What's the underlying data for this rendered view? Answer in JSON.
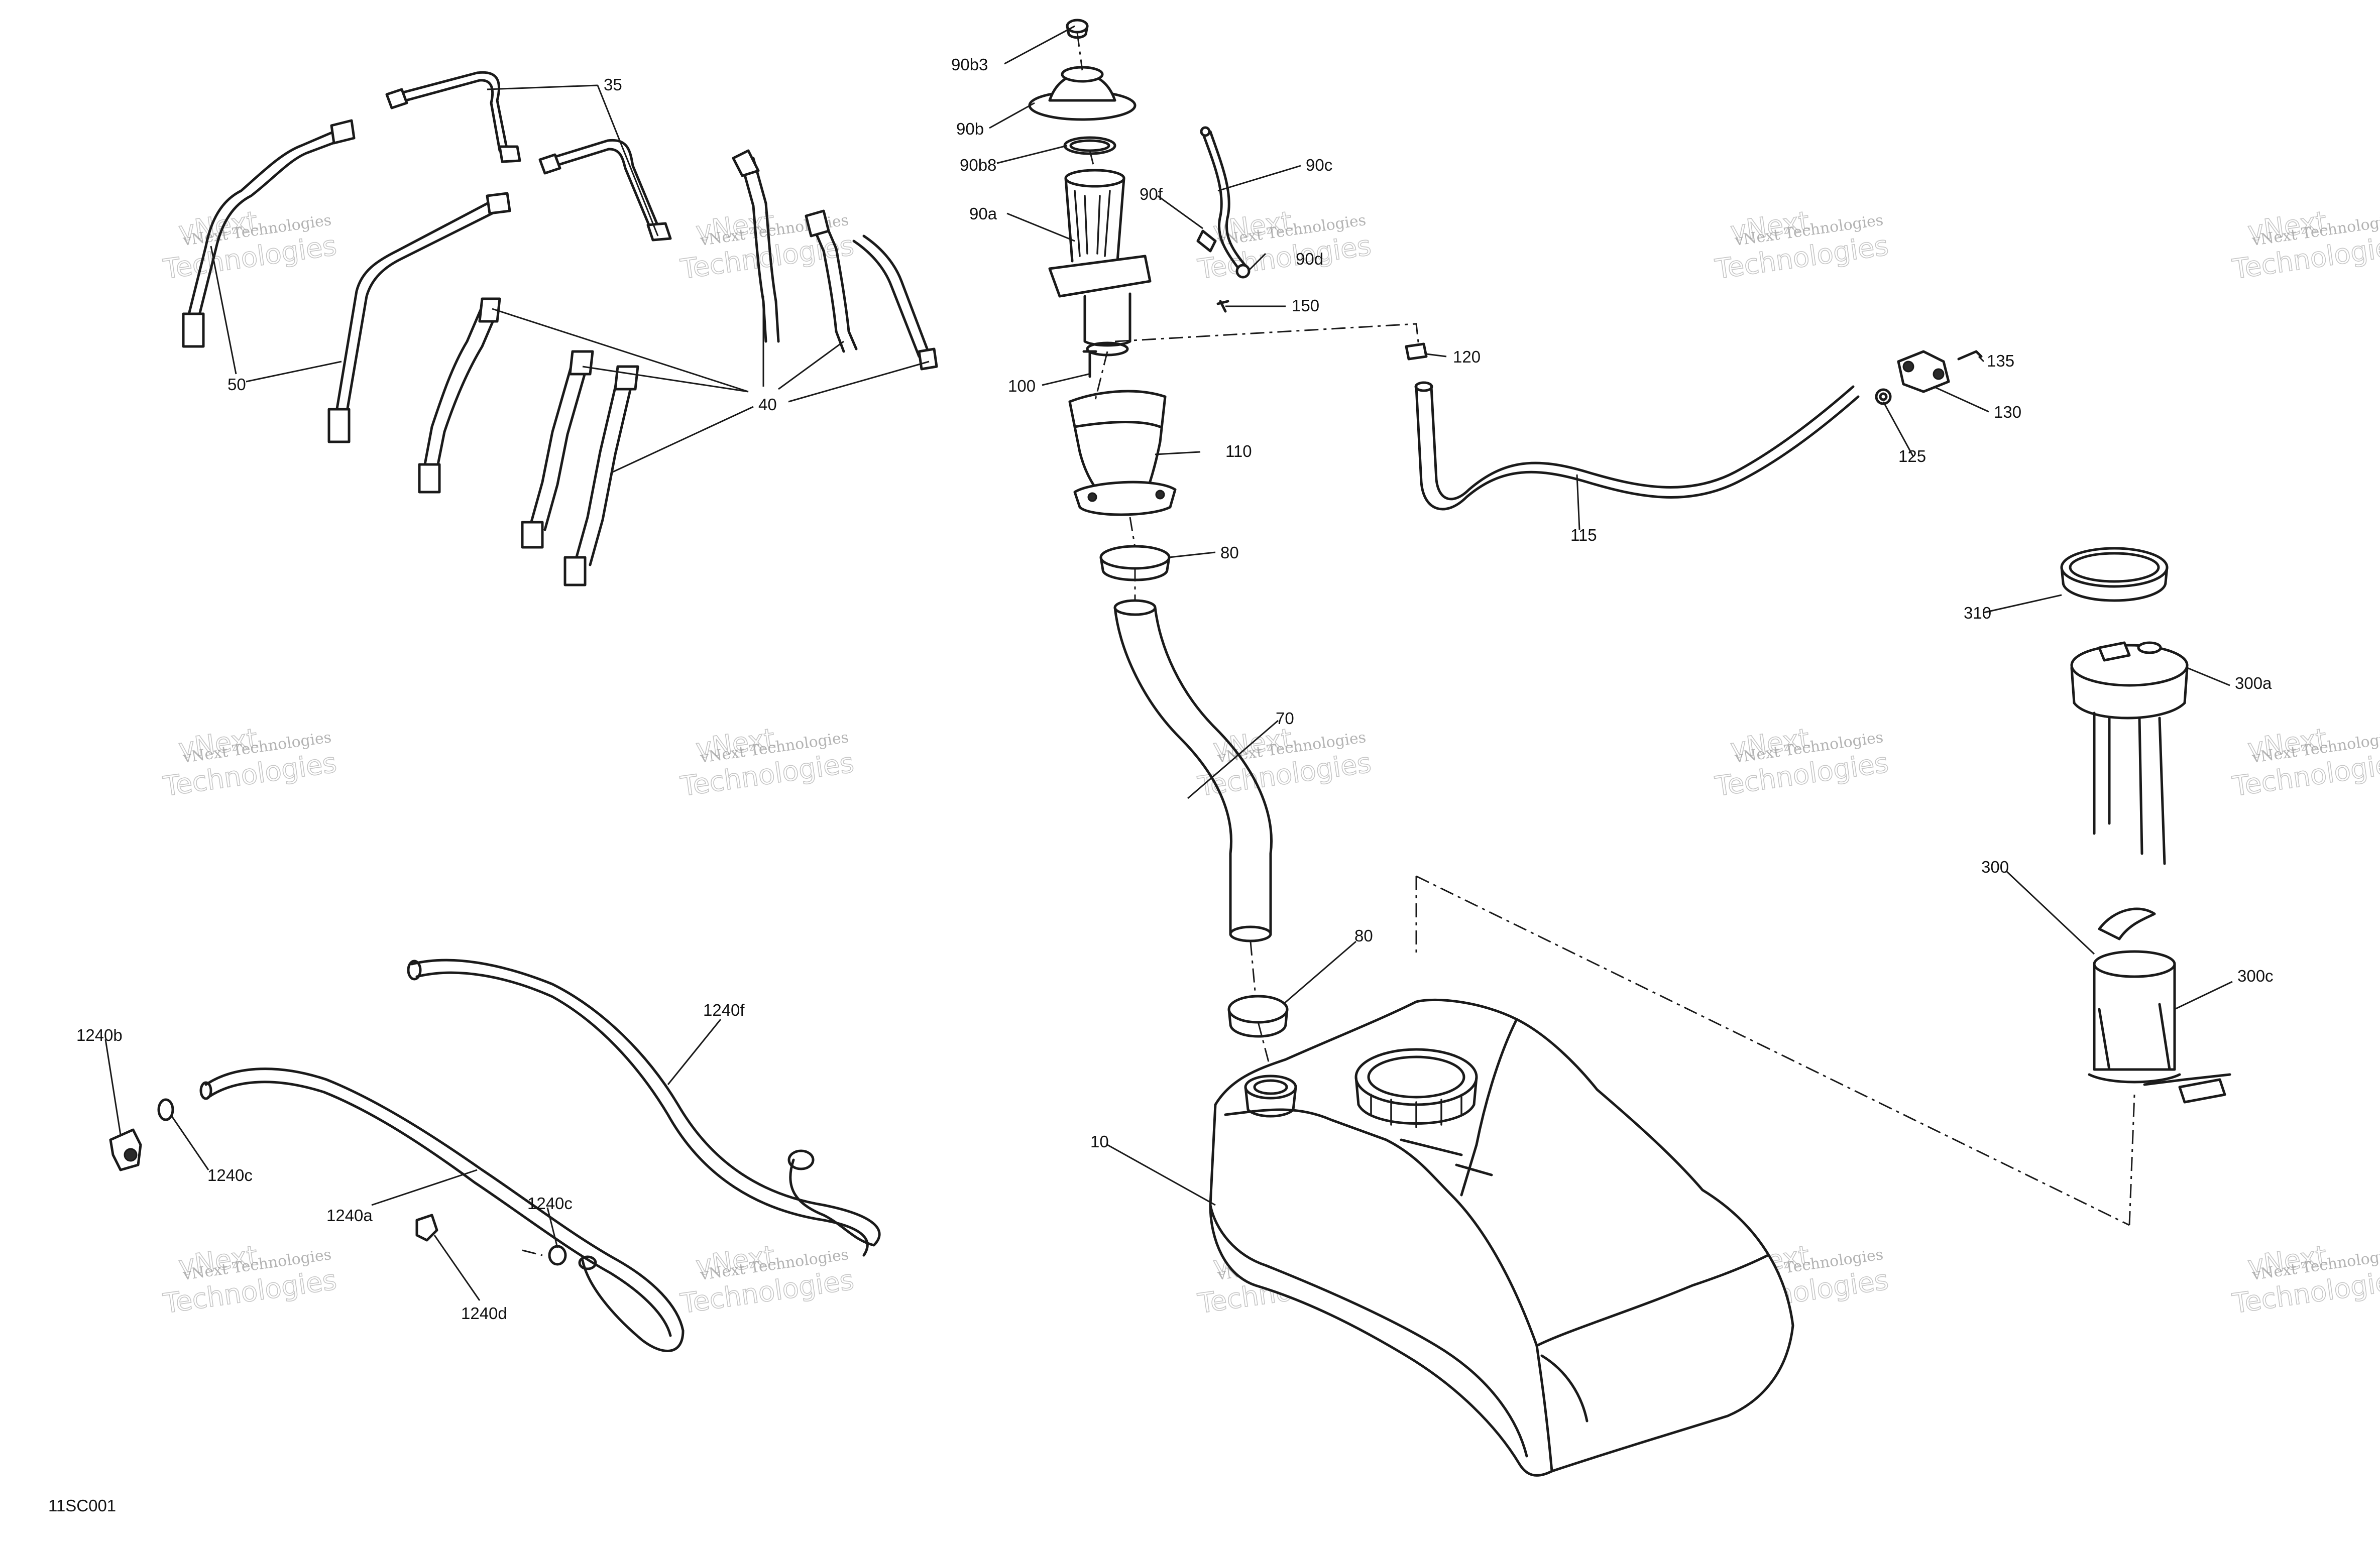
{
  "figure_id": "11SC001",
  "watermark": {
    "line1": "vNext Technologies",
    "line2": "vNext",
    "line3": "Technologies"
  },
  "callouts": [
    {
      "id": "35",
      "text": "35"
    },
    {
      "id": "50",
      "text": "50"
    },
    {
      "id": "40",
      "text": "40"
    },
    {
      "id": "90b3",
      "text": "90b3"
    },
    {
      "id": "90b",
      "text": "90b"
    },
    {
      "id": "90b8",
      "text": "90b8"
    },
    {
      "id": "90a",
      "text": "90a"
    },
    {
      "id": "90f",
      "text": "90f"
    },
    {
      "id": "90c",
      "text": "90c"
    },
    {
      "id": "90d",
      "text": "90d"
    },
    {
      "id": "150",
      "text": "150"
    },
    {
      "id": "100",
      "text": "100"
    },
    {
      "id": "110",
      "text": "110"
    },
    {
      "id": "80a",
      "text": "80"
    },
    {
      "id": "70",
      "text": "70"
    },
    {
      "id": "80b",
      "text": "80"
    },
    {
      "id": "10",
      "text": "10"
    },
    {
      "id": "120",
      "text": "120"
    },
    {
      "id": "115",
      "text": "115"
    },
    {
      "id": "125",
      "text": "125"
    },
    {
      "id": "130",
      "text": "130"
    },
    {
      "id": "135",
      "text": "135"
    },
    {
      "id": "310",
      "text": "310"
    },
    {
      "id": "300a",
      "text": "300a"
    },
    {
      "id": "300",
      "text": "300"
    },
    {
      "id": "300c",
      "text": "300c"
    },
    {
      "id": "1240b",
      "text": "1240b"
    },
    {
      "id": "1240c-a",
      "text": "1240c"
    },
    {
      "id": "1240a",
      "text": "1240a"
    },
    {
      "id": "1240c-b",
      "text": "1240c"
    },
    {
      "id": "1240d",
      "text": "1240d"
    },
    {
      "id": "1240f",
      "text": "1240f"
    }
  ]
}
